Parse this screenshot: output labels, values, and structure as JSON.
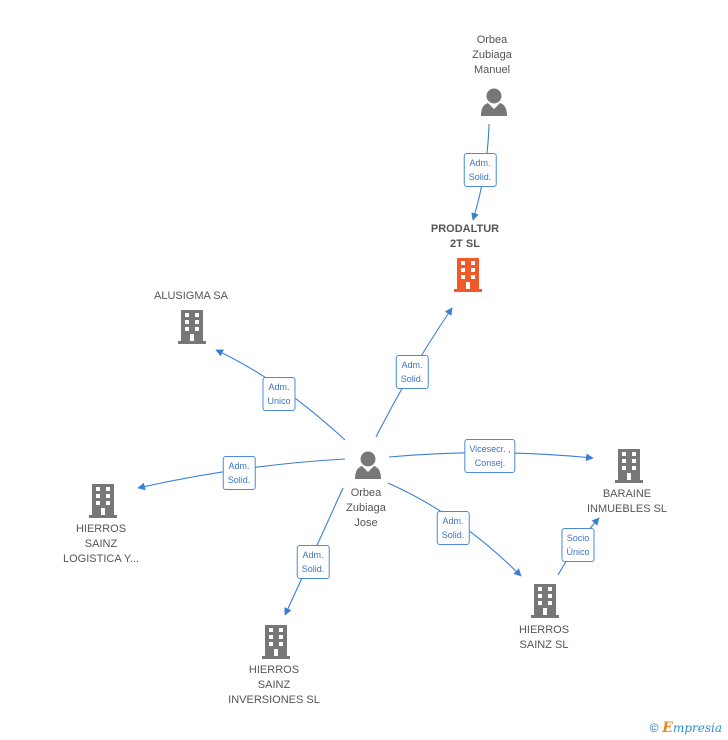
{
  "colors": {
    "edge": "#3a7fd5",
    "company": "#777777",
    "main_company": "#f05a28",
    "person": "#777777"
  },
  "nodes": {
    "orbea_manuel": {
      "lines": [
        "Orbea",
        "Zubiaga",
        "Manuel"
      ],
      "icon": "person-icon"
    },
    "prodaltur": {
      "lines": [
        "PRODALTUR",
        "2T SL"
      ],
      "icon": "building-icon"
    },
    "alusigma": {
      "lines": [
        "ALUSIGMA SA"
      ],
      "icon": "building-icon"
    },
    "orbea_jose": {
      "lines": [
        "Orbea",
        "Zubiaga",
        "Jose"
      ],
      "icon": "person-icon"
    },
    "hierros_logistica": {
      "lines": [
        "HIERROS",
        "SAINZ",
        "LOGISTICA Y..."
      ],
      "icon": "building-icon"
    },
    "baraine": {
      "lines": [
        "BARAINE",
        "INMUEBLES SL"
      ],
      "icon": "building-icon"
    },
    "hierros_sainz": {
      "lines": [
        "HIERROS",
        "SAINZ  SL"
      ],
      "icon": "building-icon"
    },
    "hierros_inversiones": {
      "lines": [
        "HIERROS",
        "SAINZ",
        "INVERSIONES SL"
      ],
      "icon": "building-icon"
    }
  },
  "edges": [
    {
      "id": "e1",
      "lines": [
        "Adm.",
        "Solid."
      ]
    },
    {
      "id": "e2",
      "lines": [
        "Adm.",
        "Solid."
      ]
    },
    {
      "id": "e3",
      "lines": [
        "Adm.",
        "Unico"
      ]
    },
    {
      "id": "e4",
      "lines": [
        "Adm.",
        "Solid."
      ]
    },
    {
      "id": "e5",
      "lines": [
        "Vicesecr. ,",
        "Consej."
      ]
    },
    {
      "id": "e6",
      "lines": [
        "Adm.",
        "Solid."
      ]
    },
    {
      "id": "e7",
      "lines": [
        "Adm.",
        "Solid."
      ]
    },
    {
      "id": "e8",
      "lines": [
        "Socio",
        "Único"
      ]
    }
  ],
  "footer": {
    "copyright": "©",
    "brand_initial": "E",
    "brand_rest": "mpresia"
  }
}
